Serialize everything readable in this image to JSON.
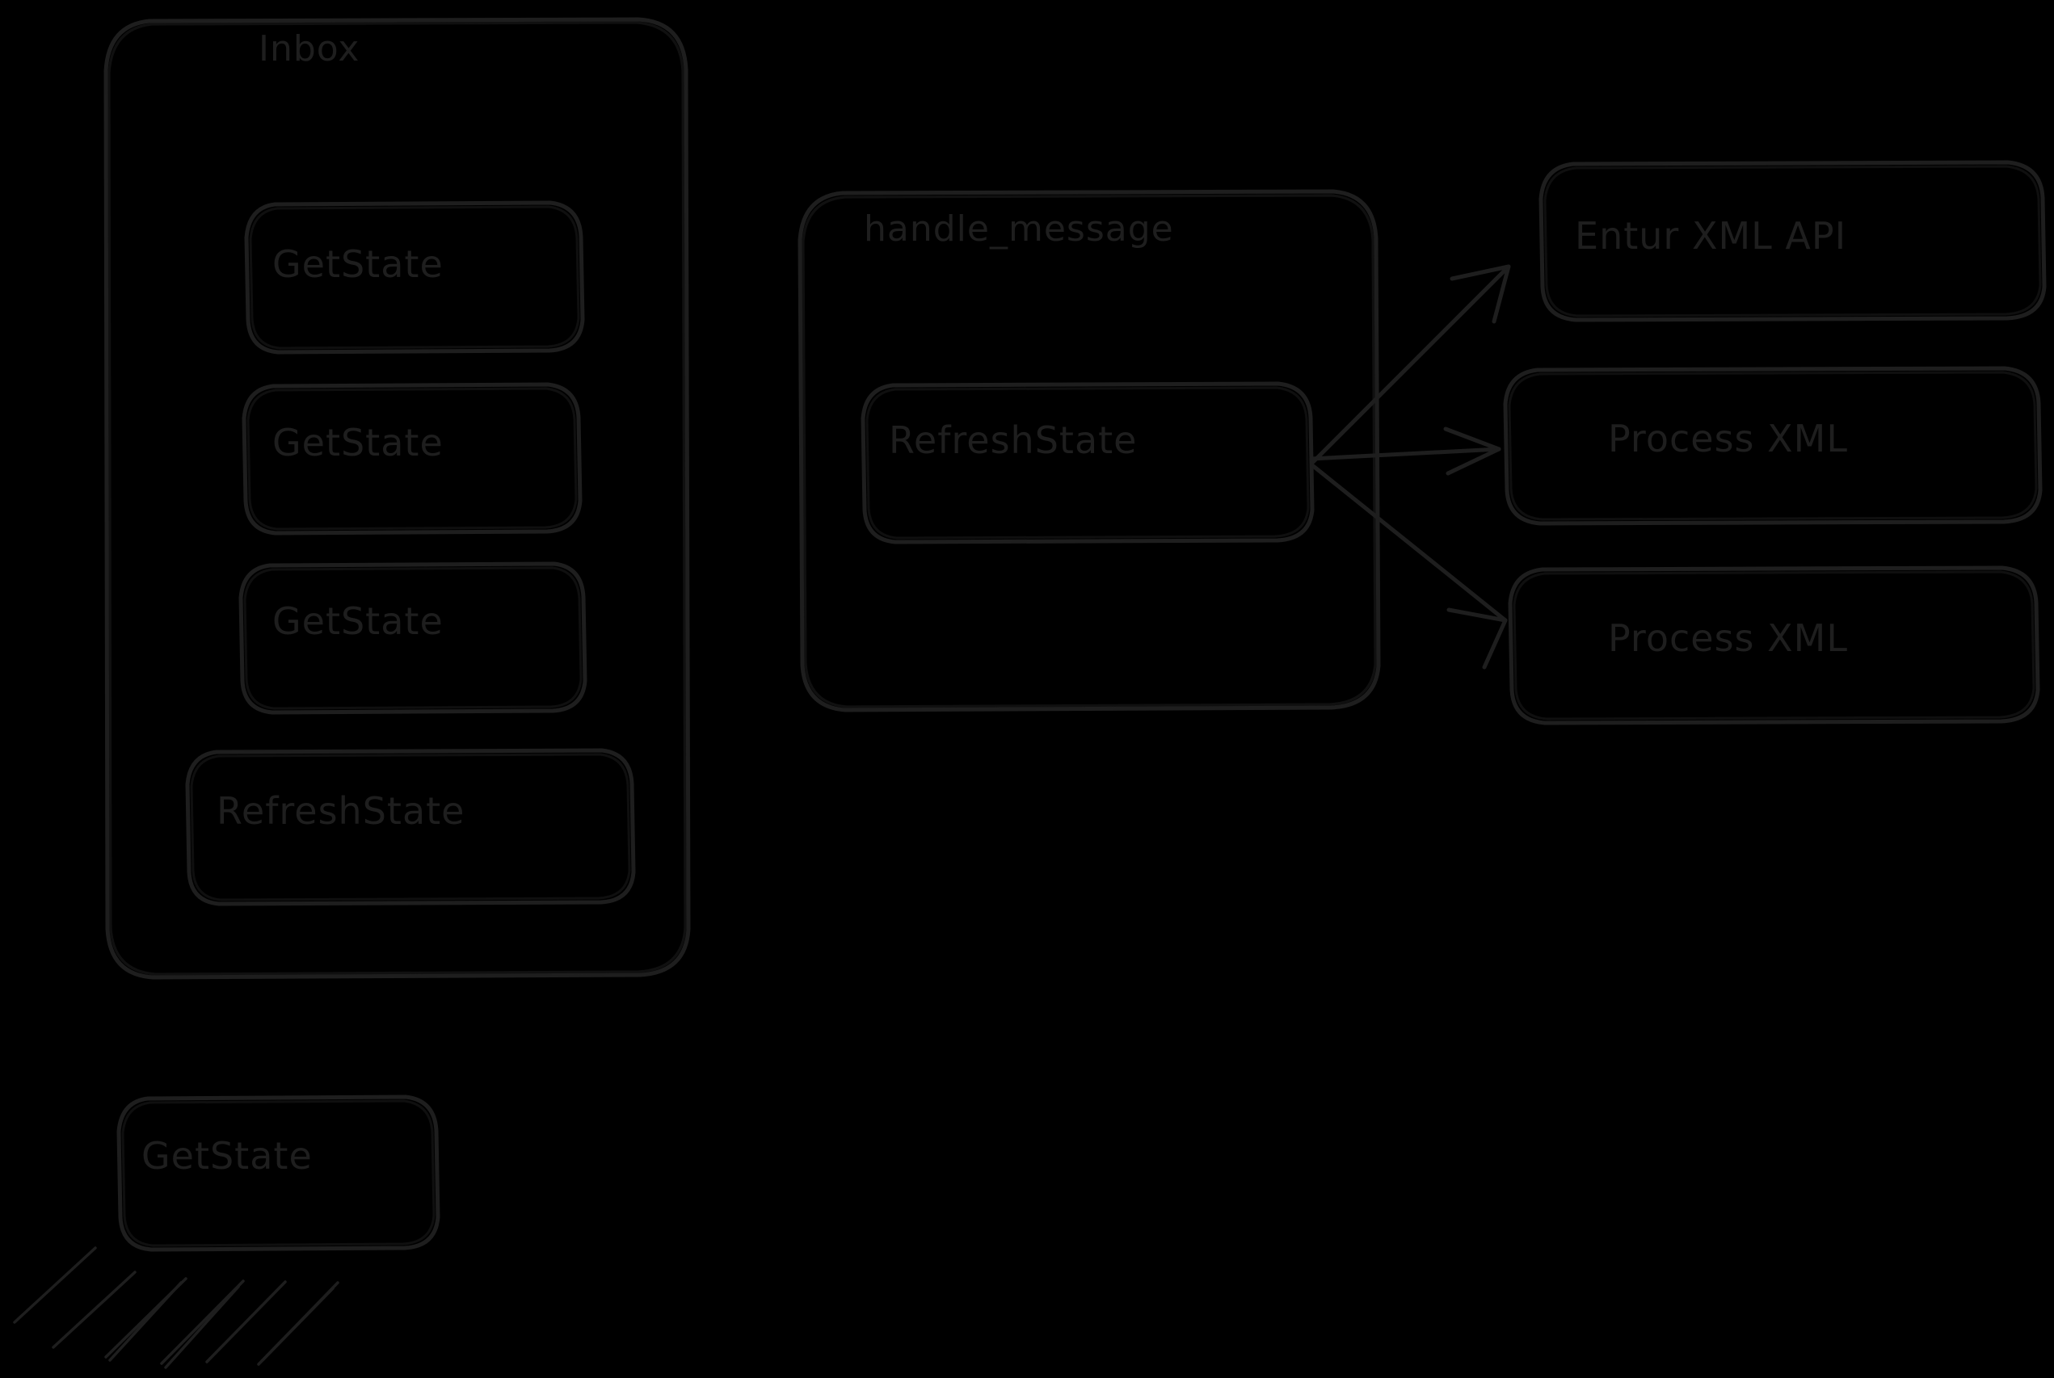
{
  "diagram": {
    "type": "flowchart",
    "style": "hand-drawn-sketch",
    "theme": "dark",
    "background_color": "#000000",
    "stroke_color": "#1e1e1e",
    "text_color": "#1e1e1e"
  },
  "containers": [
    {
      "id": "inbox",
      "title": "Inbox",
      "title_align": "center",
      "children": [
        "getstate-1",
        "getstate-2",
        "getstate-3",
        "refreshstate-inbox"
      ]
    },
    {
      "id": "handle_message",
      "title": "handle_message",
      "title_align": "left",
      "children": [
        "refreshstate-handler"
      ]
    }
  ],
  "nodes": [
    {
      "id": "getstate-1",
      "label": "GetState",
      "group": "inbox"
    },
    {
      "id": "getstate-2",
      "label": "GetState",
      "group": "inbox"
    },
    {
      "id": "getstate-3",
      "label": "GetState",
      "group": "inbox"
    },
    {
      "id": "refreshstate-inbox",
      "label": "RefreshState",
      "group": "inbox"
    },
    {
      "id": "refreshstate-handler",
      "label": "RefreshState",
      "group": "handle_message"
    },
    {
      "id": "entur-xml-api",
      "label": "Entur XML API",
      "group": null
    },
    {
      "id": "process-xml-1",
      "label": "Process XML",
      "group": null
    },
    {
      "id": "process-xml-2",
      "label": "Process XML",
      "group": null
    },
    {
      "id": "getstate-detached",
      "label": "GetState",
      "group": null
    }
  ],
  "edges": [
    {
      "from": "refreshstate-handler",
      "to": "entur-xml-api",
      "arrow": "end"
    },
    {
      "from": "refreshstate-handler",
      "to": "process-xml-1",
      "arrow": "end"
    },
    {
      "from": "refreshstate-handler",
      "to": "process-xml-2",
      "arrow": "end"
    }
  ],
  "decorations": [
    {
      "id": "hatch-lines",
      "kind": "diagonal-hatch",
      "count": 6
    }
  ]
}
